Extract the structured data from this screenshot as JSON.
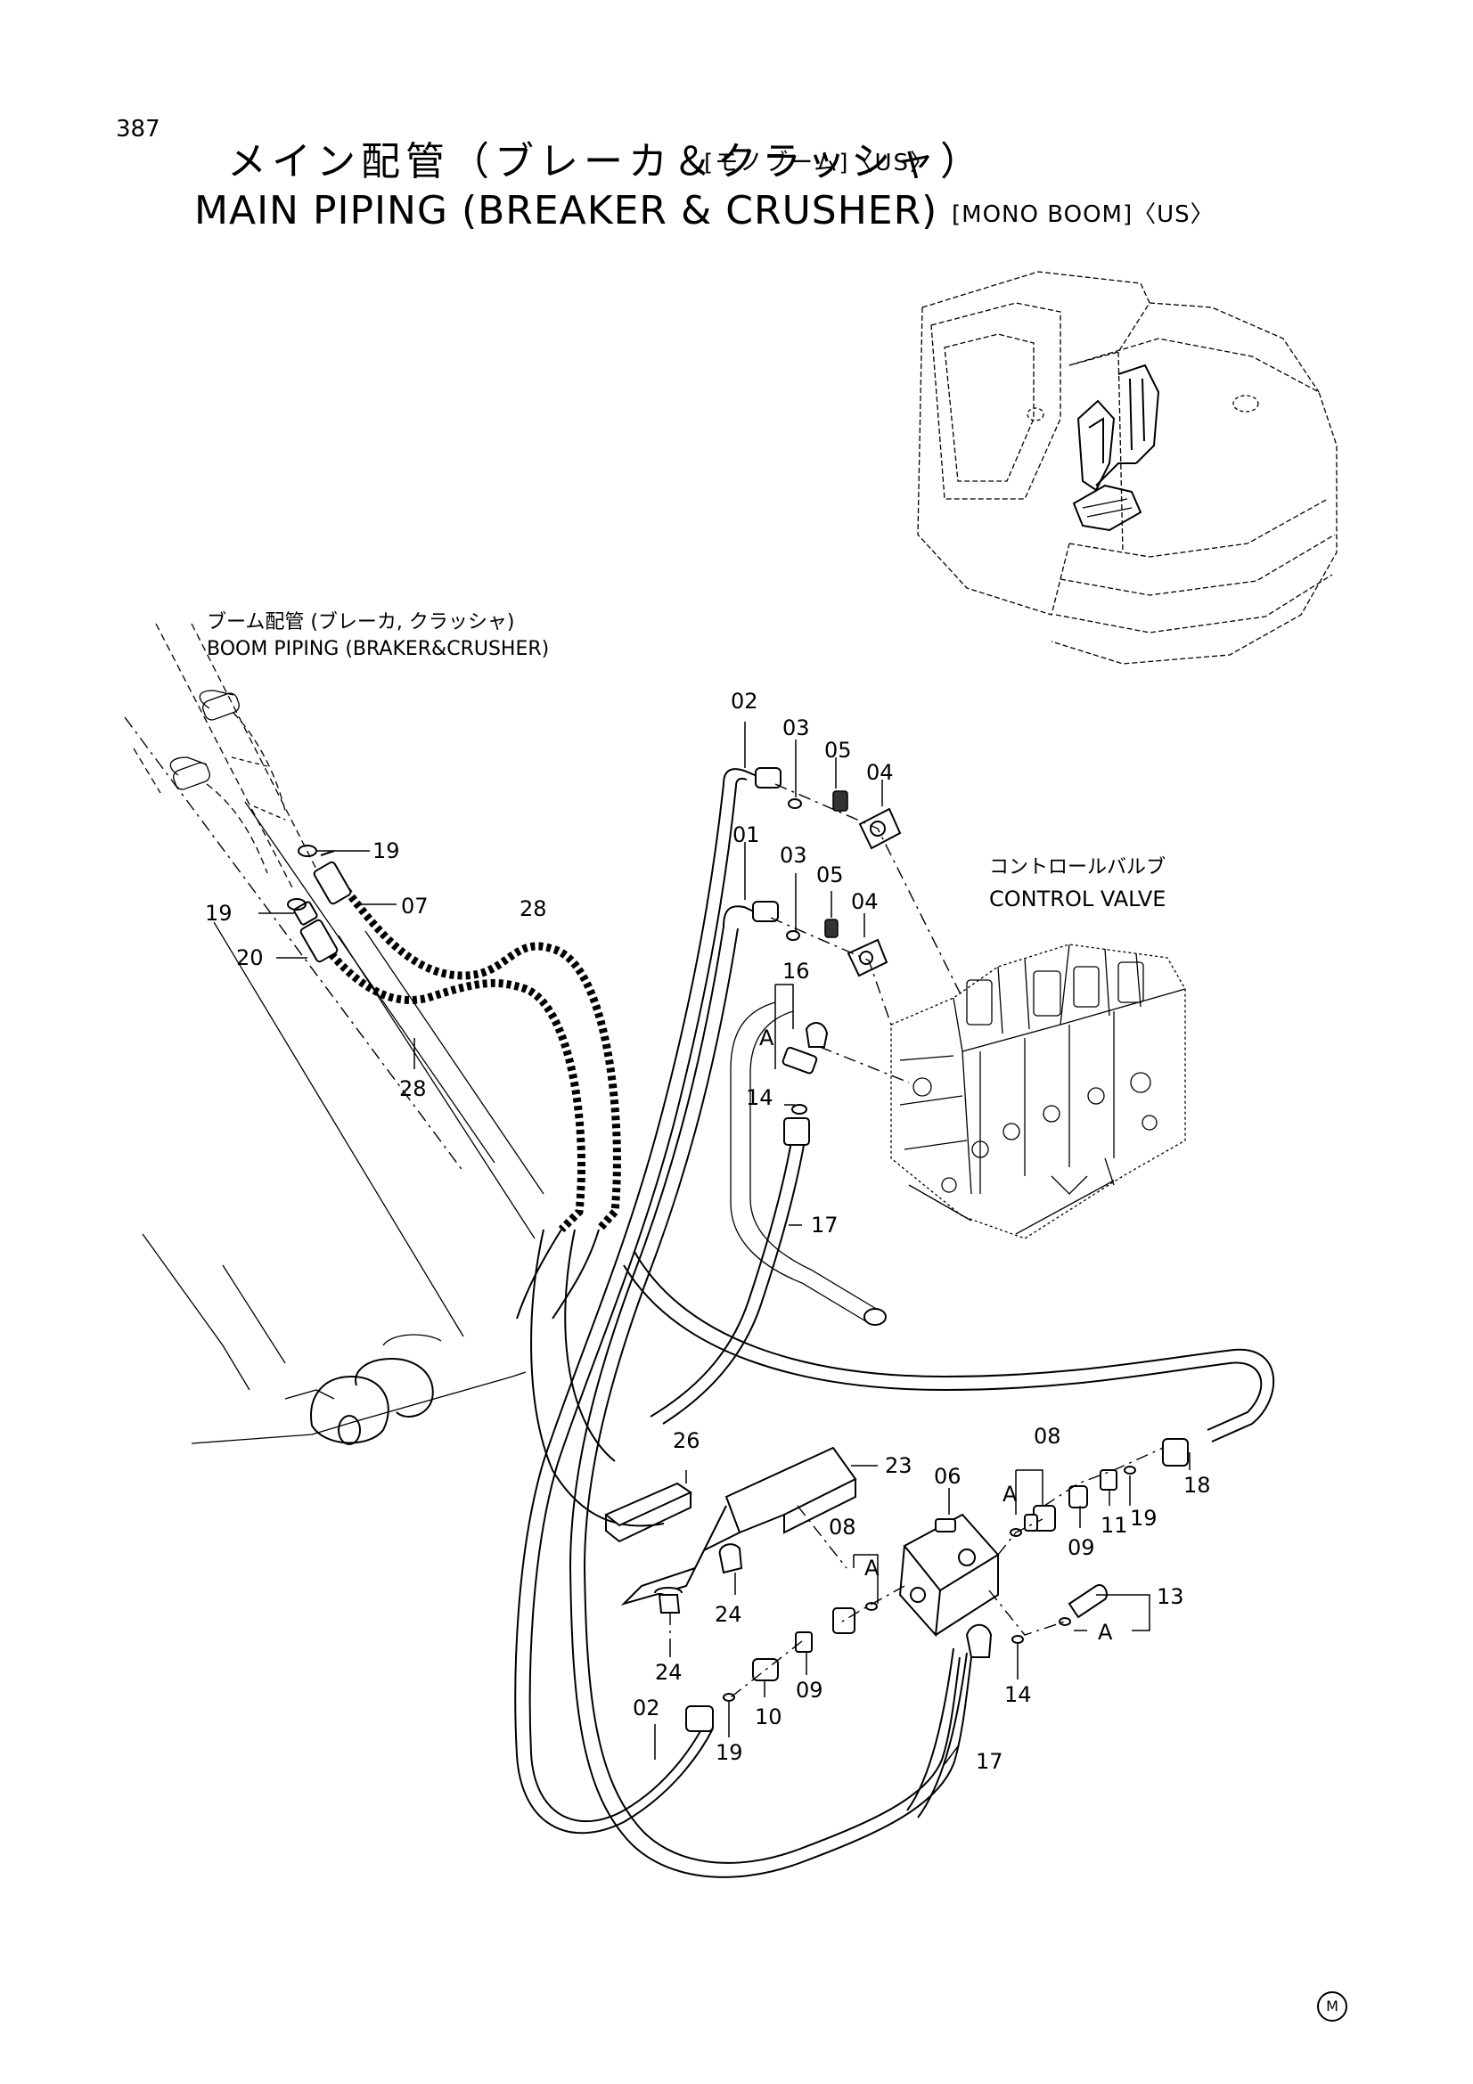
{
  "page_number": "387",
  "title_jp": "メイン配管（ブレーカ＆クラッシャ）",
  "title_jp_note": "[モノブーム]〈US〉",
  "title_en": "MAIN PIPING (BREAKER & CRUSHER)",
  "title_en_note": "[MONO BOOM]〈US〉",
  "labels": {
    "boom_piping_jp": "ブーム配管 (ブレーカ, クラッシャ)",
    "boom_piping_en": "BOOM PIPING (BRAKER&CRUSHER)",
    "control_valve_jp": "コントロールバルブ",
    "control_valve_en": "CONTROL VALVE"
  },
  "callouts": [
    "02",
    "03",
    "05",
    "04",
    "01",
    "03",
    "05",
    "04",
    "16",
    "A",
    "14",
    "17",
    "19",
    "07",
    "28",
    "19",
    "20",
    "28",
    "26",
    "23",
    "06",
    "08",
    "A",
    "09",
    "11",
    "19",
    "18",
    "08",
    "A",
    "13",
    "A",
    "24",
    "24",
    "02",
    "10",
    "09",
    "19",
    "14",
    "17"
  ],
  "maker_mark": "M",
  "icons": [
    "excavator-upper-structure-illustration",
    "control-valve-illustration",
    "boom-illustration"
  ]
}
